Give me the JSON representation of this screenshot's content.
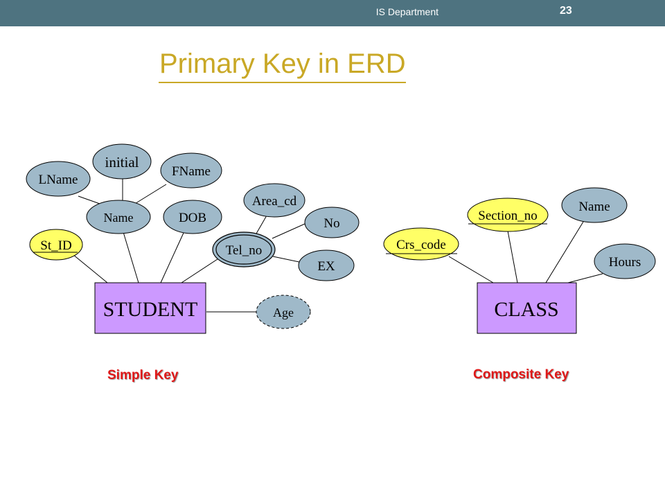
{
  "header": {
    "department": "IS Department",
    "page_number": "23",
    "bar_color": "#4e7380"
  },
  "title": "Primary Key in ERD",
  "colors": {
    "title": "#c9a826",
    "entity_fill": "#cc99ff",
    "attribute_fill": "#9fb9c9",
    "key_attribute_fill": "#ffff66",
    "caption": "#e01818"
  },
  "student": {
    "entity": "STUDENT",
    "attributes": {
      "lname": "LName",
      "initial": "initial",
      "fname": "FName",
      "name": "Name",
      "dob": "DOB",
      "st_id": "St_ID",
      "tel_no": "Tel_no",
      "area_cd": "Area_cd",
      "no": "No",
      "ex": "EX",
      "age": "Age"
    },
    "caption": "Simple Key"
  },
  "class": {
    "entity": "CLASS",
    "attributes": {
      "section_no": "Section_no",
      "name": "Name",
      "crs_code": "Crs_code",
      "hours": "Hours"
    },
    "caption": "Composite Key"
  }
}
